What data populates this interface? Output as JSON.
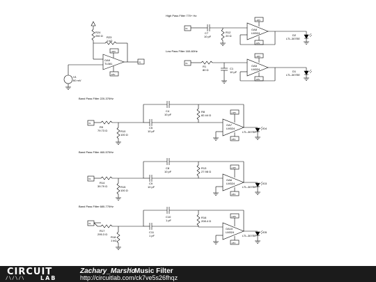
{
  "footer": {
    "logo_top": "CIRCUIT",
    "logo_bottom": "LAB",
    "logo_dots": "/\\/\\/\\",
    "author": "Zachary_Marsho",
    "separator": "/",
    "title": "Music Filter",
    "url": "http://circuitlab.com/ck7ve5s26fhqz"
  },
  "colors": {
    "footer_bg": "#1b1b1b",
    "wire": "#000000",
    "text": "#000000"
  },
  "source": {
    "r24": {
      "name": "R24",
      "value": "250 Ω"
    },
    "r23": {
      "name": "R23",
      "value": "1 kΩ"
    },
    "opamp": {
      "name": "OA9",
      "part": "TL081"
    },
    "v1": {
      "name": "V1",
      "value": "60 mV"
    },
    "rail_p": "+18V",
    "rail_n": "-18V",
    "out_net": "V1"
  },
  "highpass": {
    "title": "High Pass Filter 770+ Hz",
    "in_net": "V1",
    "c": {
      "name": "C7",
      "value": "10 pF"
    },
    "r": {
      "name": "R12",
      "value": "20 Ω"
    },
    "opamp": {
      "name": "OA8",
      "part": "LM324"
    },
    "led": {
      "name": "D2",
      "part": "LTL-307EE"
    },
    "rail_p": "+18V",
    "rail_n": "-18V"
  },
  "lowpass": {
    "title": "Low Pass Filter 160-60Hz",
    "in_net": "V1",
    "r": {
      "name": "R1",
      "value": "80 Ω"
    },
    "c": {
      "name": "C1",
      "value": "10 pF"
    },
    "opamp": {
      "name": "OA5",
      "part": "LM324"
    },
    "led": {
      "name": "D1",
      "part": "LTL-307EE"
    },
    "rail_p": "+18V",
    "rail_n": "-18V"
  },
  "bandpass1": {
    "title": "Band Pass Filter 220-370Hz",
    "in_net": "V1",
    "r_in": {
      "name": "R9",
      "value": "79.73 Ω"
    },
    "r_gnd": {
      "name": "R10",
      "value": "100 Ω"
    },
    "c_top": {
      "name": "C4",
      "value": "10 pF"
    },
    "c_mid": {
      "name": "C5",
      "value": "10 pF"
    },
    "r_fb": {
      "name": "R8",
      "value": "82.44 Ω"
    },
    "opamp": {
      "name": "OA7",
      "part": "LM324"
    },
    "led": {
      "name": "D4",
      "part": "LTL-307EE"
    },
    "rail_p": "+18V",
    "rail_n": "-18V"
  },
  "bandpass2": {
    "title": "Band Pass Filter 460-570Hz",
    "in_net": "V1",
    "r_in": {
      "name": "R14",
      "value": "39.79 Ω"
    },
    "r_gnd": {
      "name": "R15",
      "value": "100 Ω"
    },
    "c_top": {
      "name": "C8",
      "value": "10 pF"
    },
    "c_mid": {
      "name": "C9",
      "value": "10 pF"
    },
    "r_fb": {
      "name": "R13",
      "value": "27.98 Ω"
    },
    "opamp": {
      "name": "OA6",
      "part": "LM324"
    },
    "led": {
      "name": "D3",
      "part": "LTL-307EE"
    },
    "rail_p": "+18V",
    "rail_n": "-18V"
  },
  "bandpass3": {
    "title": "Band Pass Filter 680-770Hz",
    "in_net": "V1",
    "r_in": {
      "name": "R17",
      "value": "295.3 Ω"
    },
    "r_gnd": {
      "name": "R18",
      "value": "1 kΩ"
    },
    "c_top": {
      "name": "C10",
      "value": "1 pF"
    },
    "c_mid": {
      "name": "C11",
      "value": "1 pF"
    },
    "r_fb": {
      "name": "R16",
      "value": "208.4 Ω"
    },
    "opamp": {
      "name": "OA10",
      "part": "LM324"
    },
    "led": {
      "name": "D5",
      "part": "LTL-307EE"
    },
    "rail_p": "+18V",
    "rail_n": "-18V"
  }
}
